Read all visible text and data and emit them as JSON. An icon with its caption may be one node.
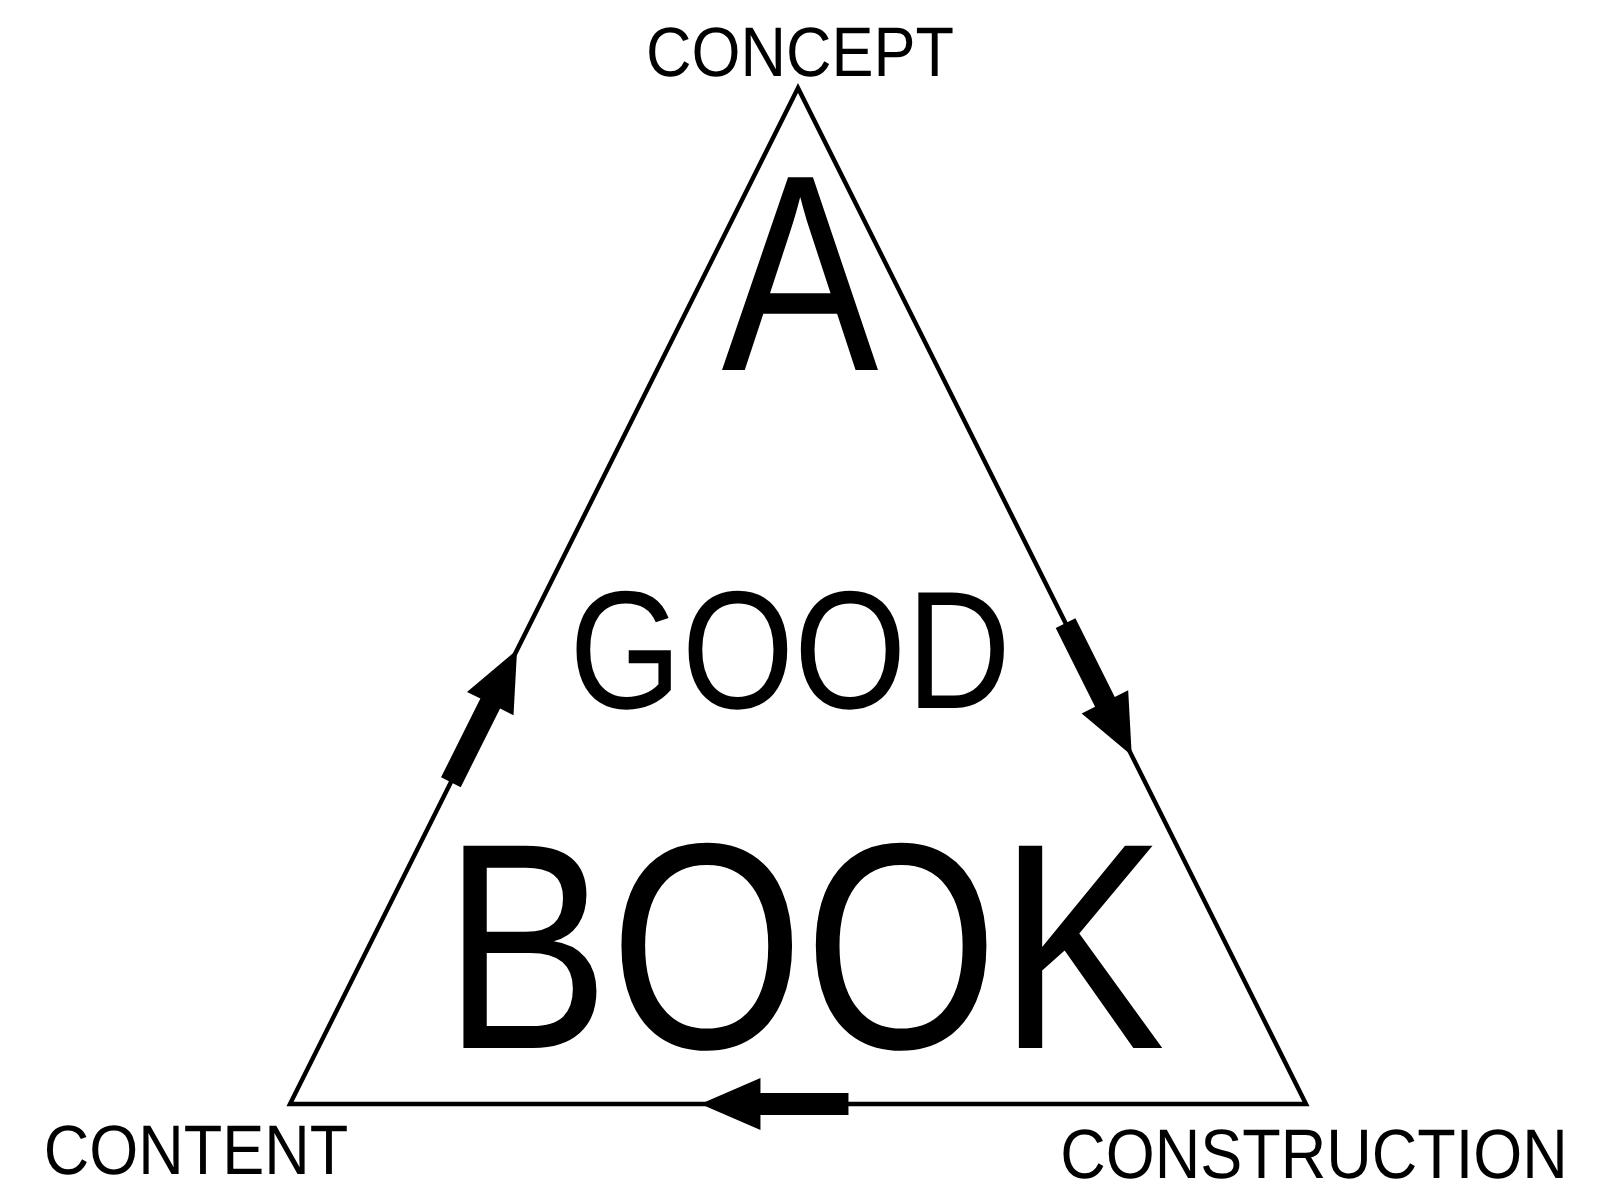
{
  "diagram": {
    "nodes": [
      {
        "text": [
          "A",
          "GOOD",
          "BOOK"
        ],
        "beside": [
          "CONCEPT",
          "CONTENT",
          "CONSTRUCTION"
        ]
      }
    ]
  }
}
